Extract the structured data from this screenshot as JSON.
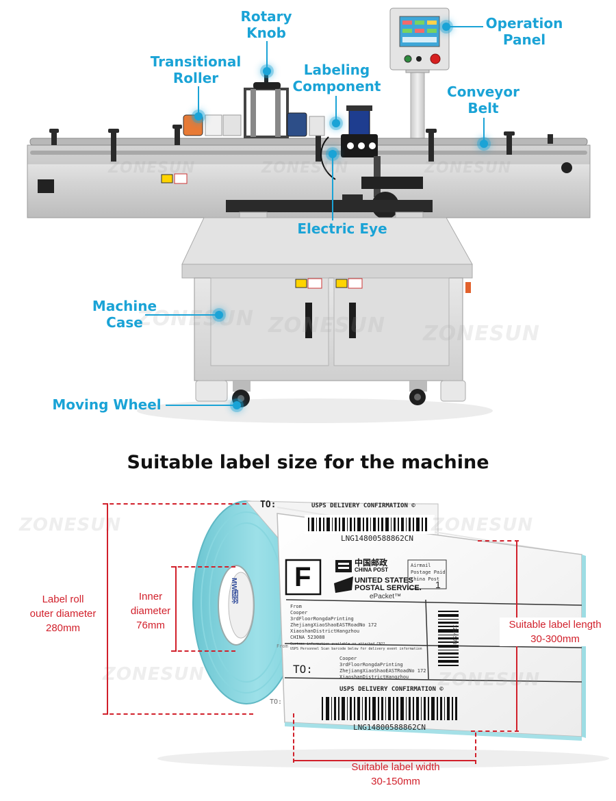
{
  "callouts": {
    "rotary_knob": "Rotary\nKnob",
    "operation_panel": "Operation\nPanel",
    "transitional_roller": "Transitional\nRoller",
    "labeling_component": "Labeling\nComponent",
    "conveyor_belt": "Conveyor\nBelt",
    "electric_eye": "Electric Eye",
    "machine_case": "Machine\nCase",
    "moving_wheel": "Moving Wheel"
  },
  "watermark": "ZONESUN",
  "section_title": "Suitable label size for the machine",
  "dimensions": {
    "outer_diameter": "Label roll\nouter diameter\n280mm",
    "inner_diameter": "Inner\ndiameter\n76mm",
    "label_length": "Suitable label length\n30-300mm",
    "label_width": "Suitable label width\n30-150mm"
  },
  "label_sheet": {
    "to_top": "TO:",
    "usps_banner": "USPS DELIVERY CONFIRMATION ©",
    "tracking_top": "LNG14800588862CN",
    "f_mark": "F",
    "china_post_cn": "中国邮政",
    "china_post_en": "CHINA POST",
    "usps_name_1": "UNITED STATES",
    "usps_name_2": "POSTAL SERVICE.",
    "epacket": "ePacket™",
    "airmail_1": "Airmail",
    "airmail_2": "Postage Paid",
    "airmail_3": "China Post",
    "quantity": "1",
    "from_label": "From",
    "from_lines": [
      "Cooper",
      "3rdFloorRongdaPrinting",
      "ZhejiangXiaoShaoEASTRoadNo 172",
      "XiaoshanDistrictHangzhou",
      "CHINA 523088"
    ],
    "customs_note_1": "Customs information available on attached CN22.",
    "customs_note_2": "USPS Personnel Scan barcode below for delivery event information",
    "to_label": "TO:",
    "to_lines": [
      "Cooper",
      "3rdFloorRongdaPrinting",
      "ZhejiangXiaoShaoEASTRoadNo 172",
      "XiaoshanDistrictHangzhou"
    ],
    "side_code": "1234578",
    "usps_banner_bottom": "USPS DELIVERY CONFIRMATION ©",
    "tracking_bottom": "LNG14800588862CN",
    "core_text": "MW团羽",
    "roll_side_text_1": "TO:",
    "roll_side_text_2": "From"
  },
  "colors": {
    "callout_blue": "#1aa3d6",
    "dimension_red": "#d11f2a",
    "label_roll_teal": "#7fd3dd"
  }
}
